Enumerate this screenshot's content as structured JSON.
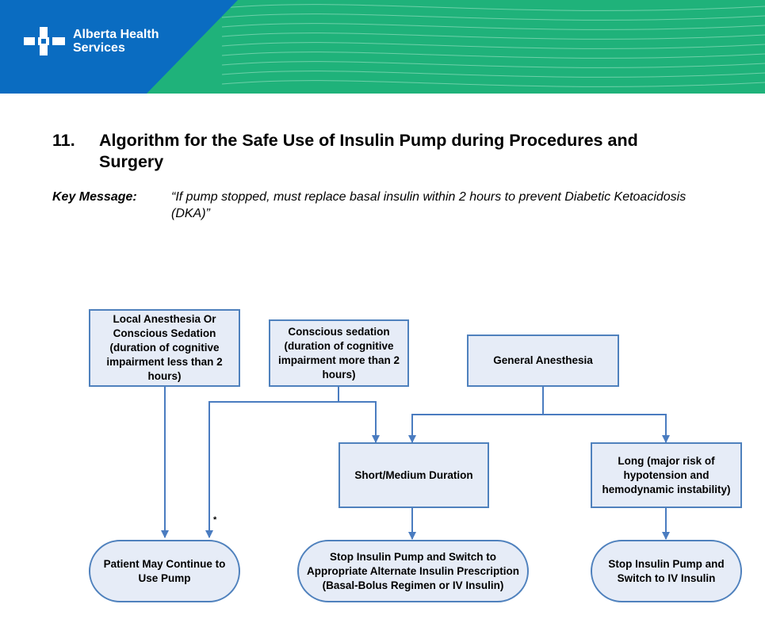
{
  "banner": {
    "org_name_line1": "Alberta Health",
    "org_name_line2": "Services",
    "colors": {
      "blue": "#0a6cc1",
      "green": "#1fb27a"
    }
  },
  "heading": {
    "number": "11.",
    "title": "Algorithm for the Safe Use of Insulin Pump during Procedures and Surgery"
  },
  "key_message": {
    "label": "Key Message:",
    "text": "“If pump stopped, must replace basal insulin within 2 hours to prevent Diabetic Ketoacidosis (DKA)”"
  },
  "diagram": {
    "nodes": {
      "local_anesthesia": "Local Anesthesia Or Conscious Sedation (duration of cognitive impairment less than 2 hours)",
      "conscious_sedation": "Conscious sedation (duration of cognitive impairment more than 2 hours)",
      "general_anesthesia": "General Anesthesia",
      "short_medium": "Short/Medium Duration",
      "long": "Long (major risk of hypotension and hemodynamic instability)",
      "continue_pump": "Patient May Continue to Use Pump",
      "stop_switch_alt": "Stop Insulin Pump and Switch to Appropriate Alternate Insulin Prescription (Basal-Bolus Regimen or IV Insulin)",
      "stop_switch_iv": "Stop Insulin Pump and Switch to  IV Insulin"
    },
    "footnote_marker": "*",
    "colors": {
      "box_fill": "#e6ecf7",
      "box_border": "#4f81bd",
      "arrow": "#4a7cc0"
    }
  }
}
